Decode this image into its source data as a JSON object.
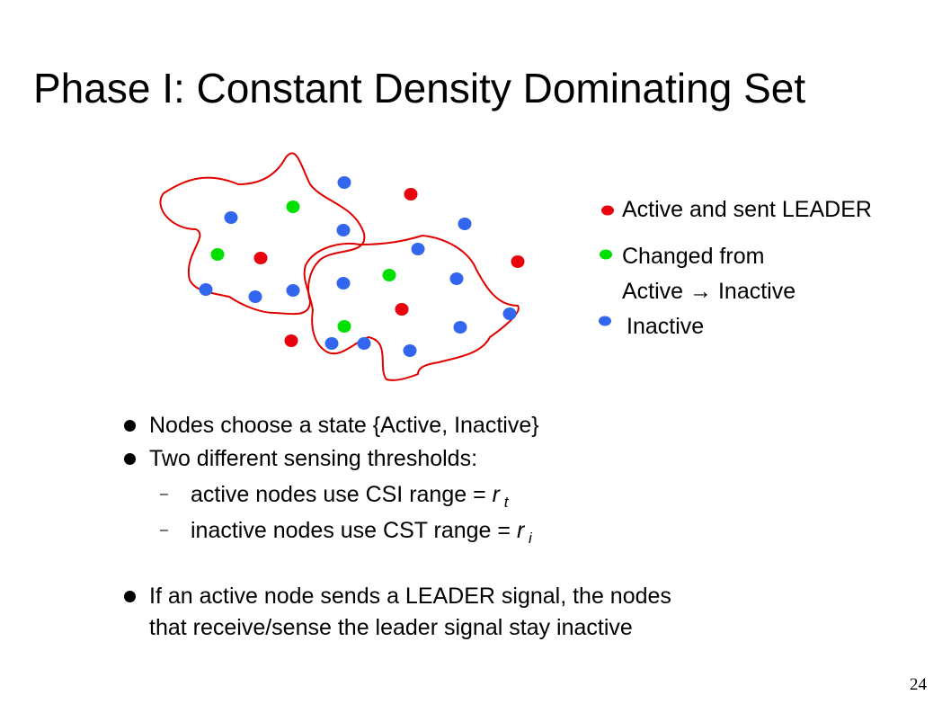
{
  "slide": {
    "title": "Phase I: Constant Density Dominating Set",
    "page_number": "24"
  },
  "colors": {
    "active_leader": "#e8000d",
    "changed": "#00e000",
    "inactive": "#3366ee",
    "region_outline": "#e00000"
  },
  "legend": {
    "active": "Active and sent LEADER",
    "changed_line1": "Changed from",
    "changed_line2": "Active → Inactive",
    "inactive": "Inactive"
  },
  "bullets": {
    "b1": "Nodes choose a state {Active, Inactive}",
    "b2": "Two different sensing thresholds:",
    "s1_text": "active nodes use CSI range = ",
    "s1_var": "r",
    "s1_sub": "t",
    "s2_text": "inactive nodes use CST range = ",
    "s2_var": "r",
    "s2_sub": "i",
    "b3_line1": "If an active node sends a LEADER signal, the nodes",
    "b3_line2": "that receive/sense the leader signal stay inactive"
  }
}
